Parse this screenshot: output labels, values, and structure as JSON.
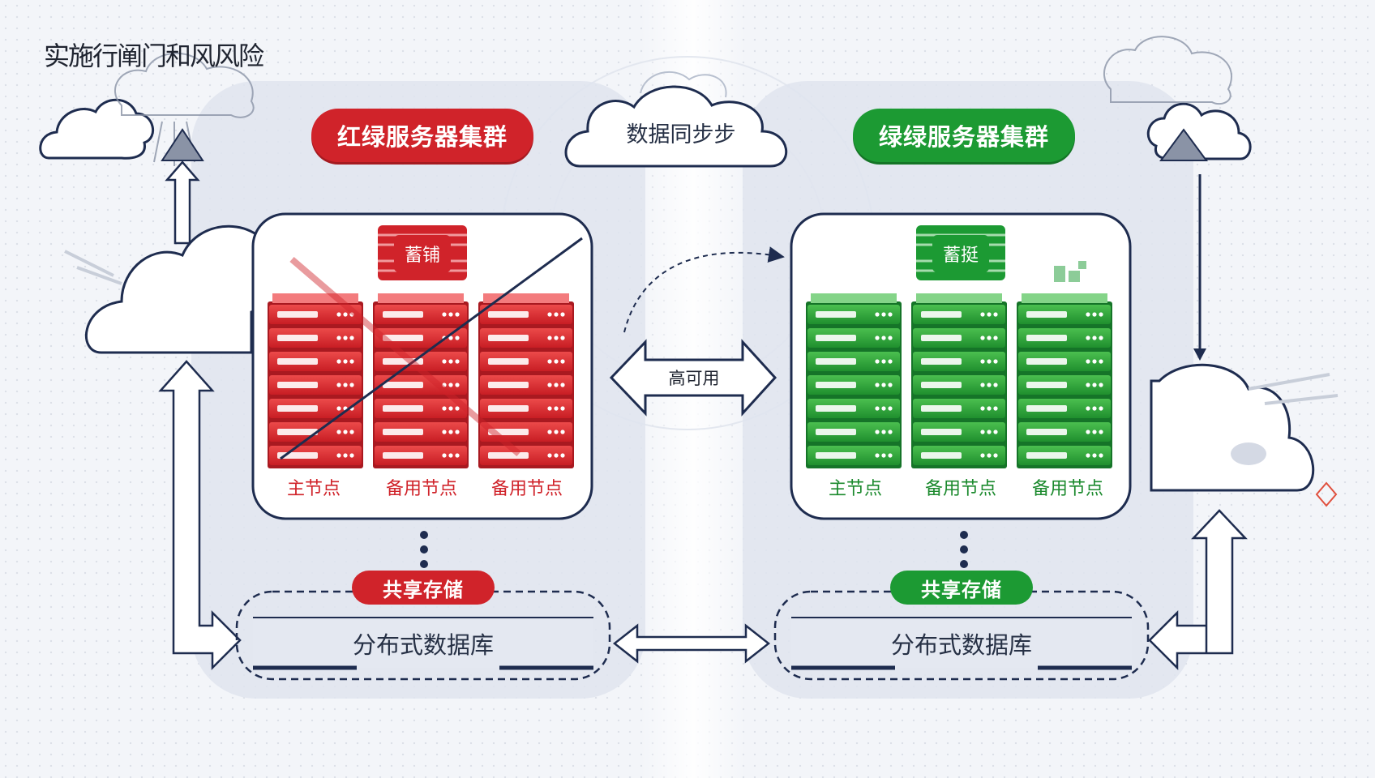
{
  "title": "实施行阐门和风风险",
  "clusters": {
    "red": {
      "name": "红绿服务器集群",
      "badge": "蓄铺",
      "nodes": [
        "主节点",
        "备用节点",
        "备用节点"
      ],
      "storage_label": "共享存储",
      "database_label": "分布式数据库",
      "color": "#d0232a"
    },
    "green": {
      "name": "绿绿服务器集群",
      "badge": "蓄挺",
      "nodes": [
        "主节点",
        "备用节点",
        "备用节点"
      ],
      "storage_label": "共享存储",
      "database_label": "分布式数据库",
      "color": "#1c9a33"
    }
  },
  "sync_cloud_label": "数据同步步",
  "high_availability_label": "高可用",
  "colors": {
    "navy": "#1e2c4f",
    "panel": "#dfe4ee",
    "red": "#d0232a",
    "green": "#1c9a33"
  }
}
